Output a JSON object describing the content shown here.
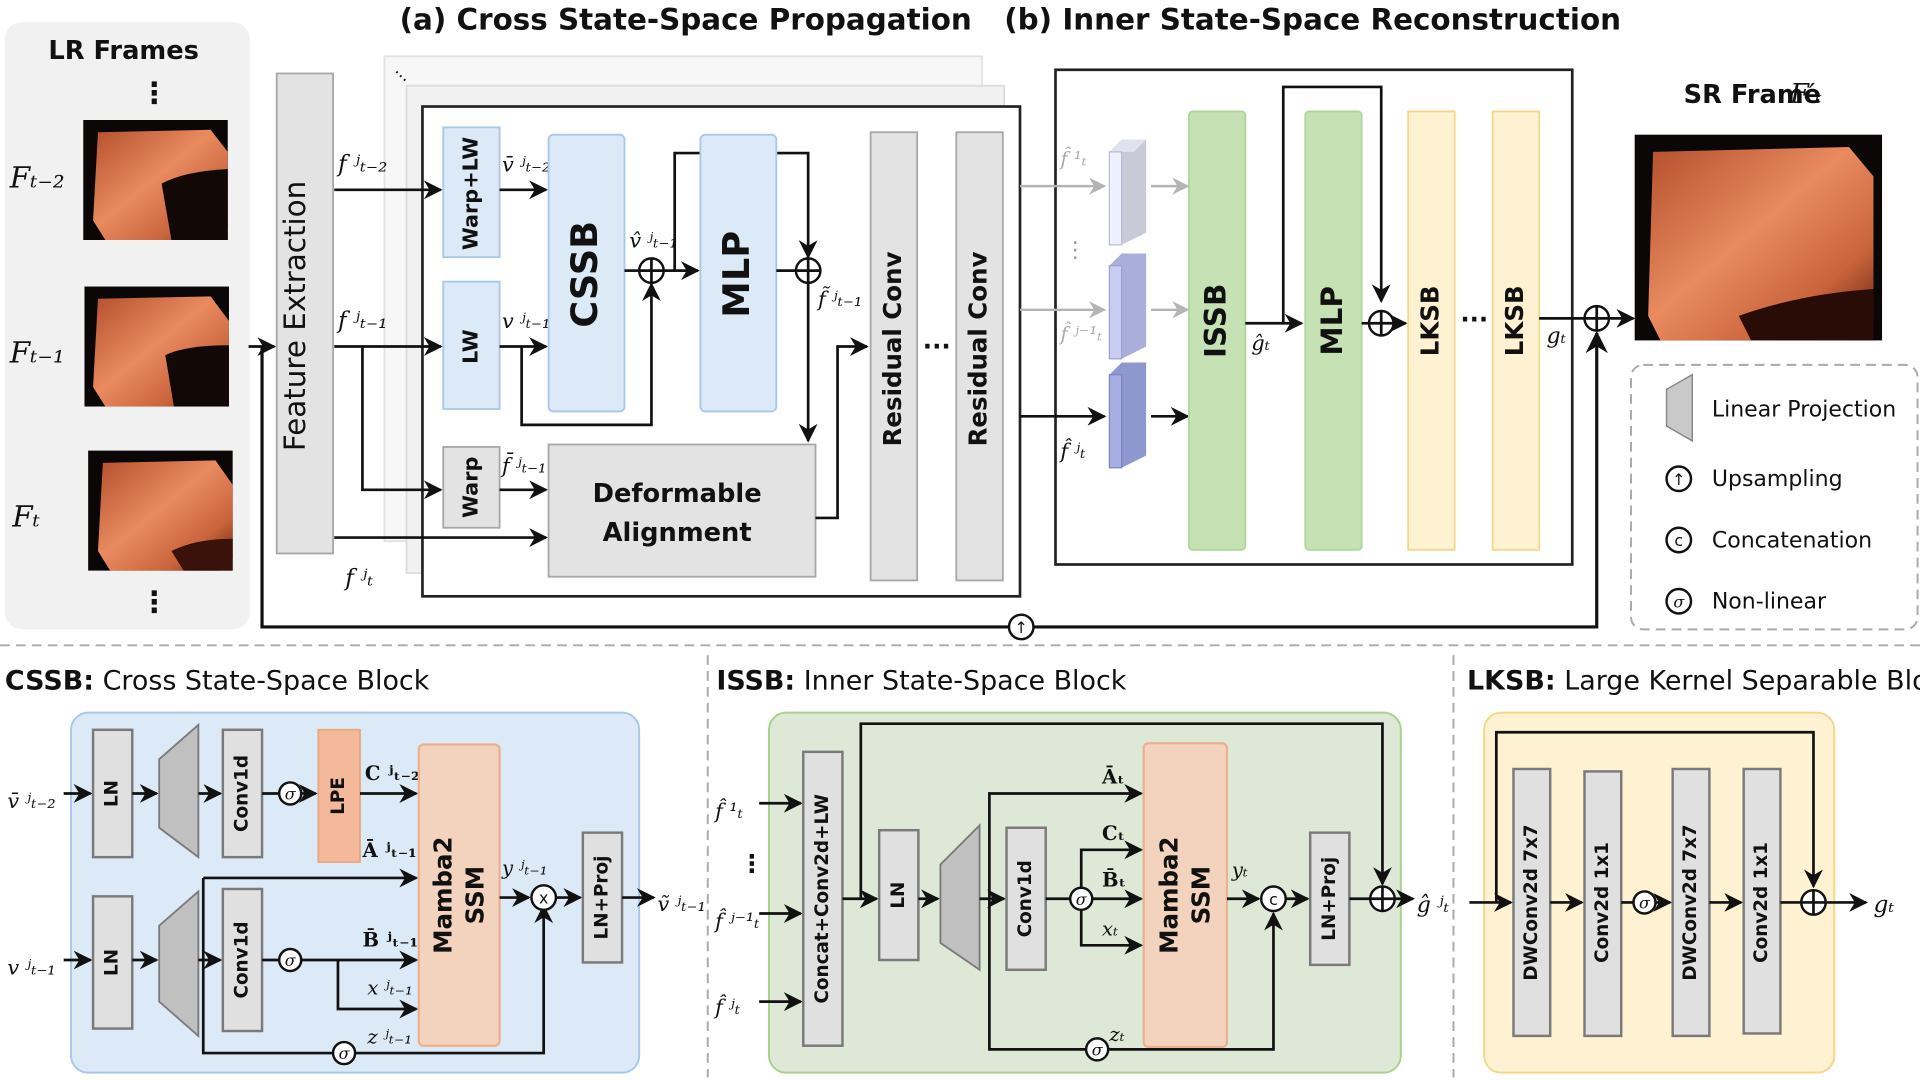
{
  "titles": {
    "section_a": "(a) Cross State-Space Propagation",
    "section_b": "(b) Inner State-Space Reconstruction",
    "lr_frames": "LR Frames",
    "sr_frame": "SR Frame",
    "sr_frame_symbol": "F′ₜ"
  },
  "lr_frames": {
    "vdots": "⋮",
    "frames": [
      {
        "label": "Fₜ₋₂"
      },
      {
        "label": "Fₜ₋₁"
      },
      {
        "label": "Fₜ"
      }
    ]
  },
  "colors": {
    "cssb_fill": "#dce9f7",
    "issb_fill": "#c6e2b5",
    "lksb_fill": "#fff2d2",
    "mamba_fill": "#f3d3bd",
    "lpe_fill": "#f4b99a",
    "gray_block": "#e3e3e3",
    "projection_blue": "#8f97cf"
  },
  "propagation": {
    "feature_extraction": "Feature Extraction",
    "warp_lw": "Warp+LW",
    "lw": "LW",
    "warp": "Warp",
    "cssb": "CSSB",
    "mlp": "MLP",
    "deformable_alignment_line1": "Deformable",
    "deformable_alignment_line2": "Alignment",
    "residual_conv": "Residual Conv",
    "ellipsis": "···",
    "symbols": {
      "f_t2": "f ʲₜ₋₂",
      "f_t1": "f ʲₜ₋₁",
      "f_t": "f ʲₜ",
      "v_bar_t2": "v̄ ʲₜ₋₂",
      "v_t1": "v ʲₜ₋₁",
      "v_hat_t1": "v̂ ʲₜ₋₁",
      "f_tilde_t1": "f̃ ʲₜ₋₁",
      "f_bar_t1": "f̄ ʲₜ₋₁"
    }
  },
  "reconstruction": {
    "issb": "ISSB",
    "mlp": "MLP",
    "lksb": "LKSB",
    "ellipsis": "···",
    "vdots": "⋮",
    "symbols": {
      "f_hat_1": "f̂ ¹ₜ",
      "f_hat_j1": "f̂ ʲ⁻¹ₜ",
      "f_hat_j": "f̂ ʲₜ",
      "g_hat": "ĝₜ",
      "g": "gₜ"
    }
  },
  "legend": {
    "items": [
      {
        "icon": "trapezoid",
        "label": "Linear Projection"
      },
      {
        "icon": "↑",
        "label": "Upsampling"
      },
      {
        "icon": "c",
        "label": "Concatenation"
      },
      {
        "icon": "σ",
        "label": "Non-linear"
      }
    ]
  },
  "operators": {
    "add": "⊕",
    "upsample": "↑",
    "concat": "c",
    "sigma": "σ",
    "multiply": "x"
  },
  "cssb_block": {
    "title_bold": "CSSB:",
    "title_rest": " Cross State-Space Block",
    "ln": "LN",
    "conv1d": "Conv1d",
    "lpe": "LPE",
    "mamba_line1": "Mamba2",
    "mamba_line2": "SSM",
    "ln_proj": "LN+Proj",
    "symbols": {
      "in_top": "v̄ ʲₜ₋₂",
      "in_bottom": "v ʲₜ₋₁",
      "C": "C ʲₜ₋₂",
      "A": "Ā ʲₜ₋₁",
      "B": "B̄ ʲₜ₋₁",
      "x": "x ʲₜ₋₁",
      "z": "z ʲₜ₋₁",
      "y": "y ʲₜ₋₁",
      "out": "ṽ ʲₜ₋₁"
    }
  },
  "issb_block": {
    "title_bold": "ISSB:",
    "title_rest": " Inner State-Space Block",
    "concat": "Concat+Conv2d+LW",
    "ln": "LN",
    "conv1d": "Conv1d",
    "mamba_line1": "Mamba2",
    "mamba_line2": "SSM",
    "ln_proj": "LN+Proj",
    "vdots": "⋮",
    "symbols": {
      "in_1": "f̂ ¹ₜ",
      "in_j1": "f̂ ʲ⁻¹ₜ",
      "in_j": "f̂ ʲₜ",
      "A": "Āₜ",
      "C": "Cₜ",
      "B": "B̄ₜ",
      "x": "xₜ",
      "z": "zₜ",
      "y": "yₜ",
      "out": "ĝ ʲₜ"
    }
  },
  "lksb_block": {
    "title_bold": "LKSB:",
    "title_rest": " Large Kernel Separable Block",
    "layers": [
      "DWConv2d 7x7",
      "Conv2d 1x1",
      "DWConv2d 7x7",
      "Conv2d 1x1"
    ],
    "out": "gₜ"
  }
}
